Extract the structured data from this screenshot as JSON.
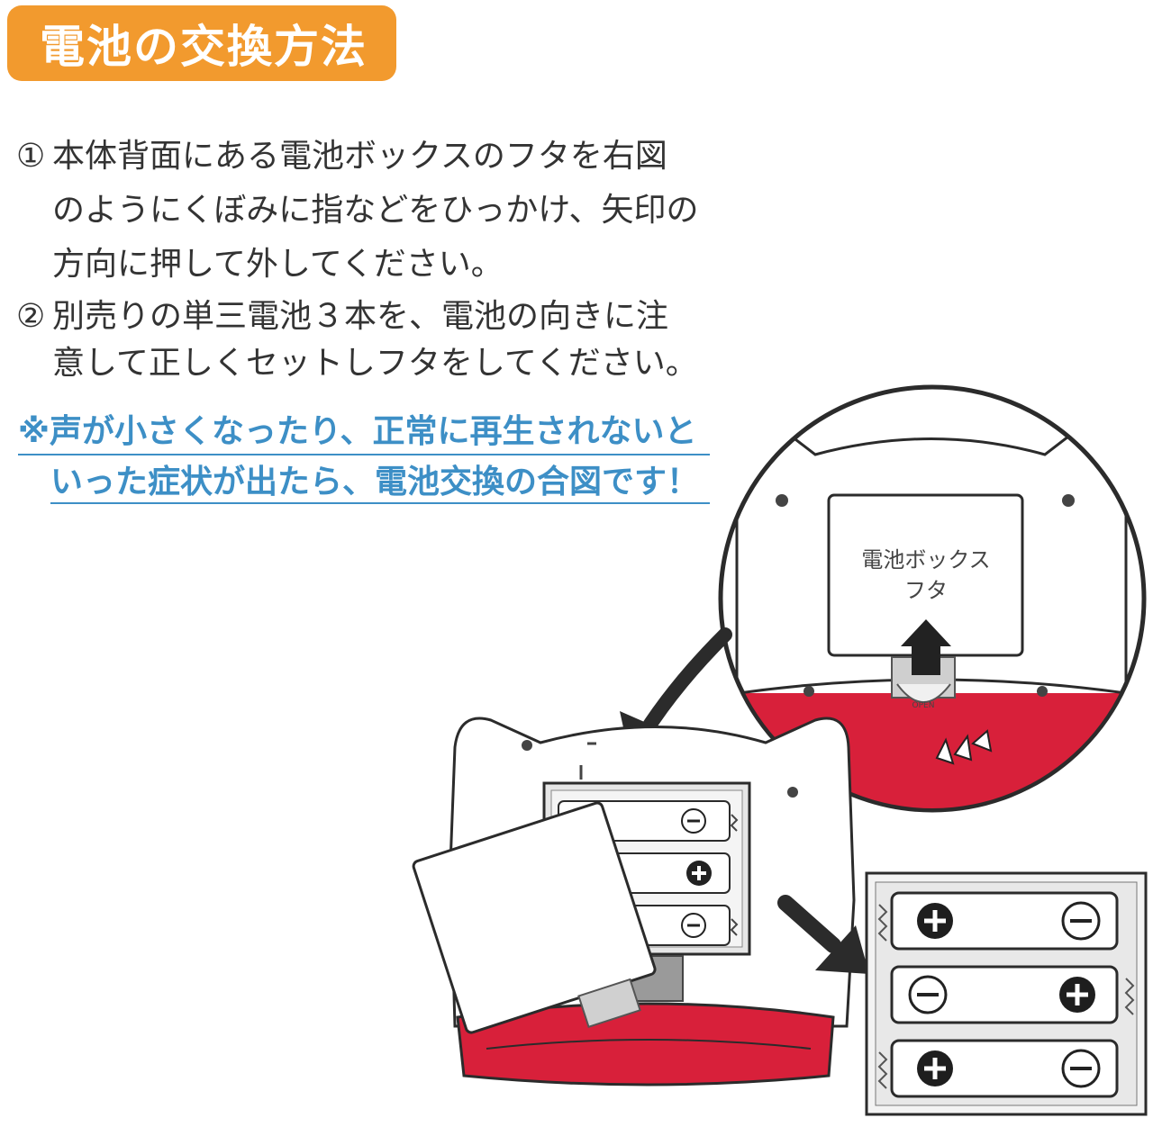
{
  "title": "電池の交換方法",
  "steps": [
    {
      "number": "①",
      "lines": [
        "本体背面にある電池ボックスのフタを右図",
        "のようにくぼみに指などをひっかけ、矢印の",
        "方向に押して外してください。"
      ]
    },
    {
      "number": "②",
      "lines": [
        "別売りの単三電池３本を、電池の向きに注",
        "意して正しくセットしフタをしてください。"
      ]
    }
  ],
  "note": {
    "lines": [
      "※声が小さくなったり、正常に再生されないと",
      "いった症状が出たら、電池交換の合図です！"
    ]
  },
  "illustration": {
    "cover_label_line1": "電池ボックス",
    "cover_label_line2": "フタ",
    "open_tab_label": "OPEN"
  },
  "colors": {
    "title_badge": "#f29a2e",
    "note_text": "#3d8fc6",
    "body_red": "#d8203a",
    "body_text": "#333333"
  }
}
